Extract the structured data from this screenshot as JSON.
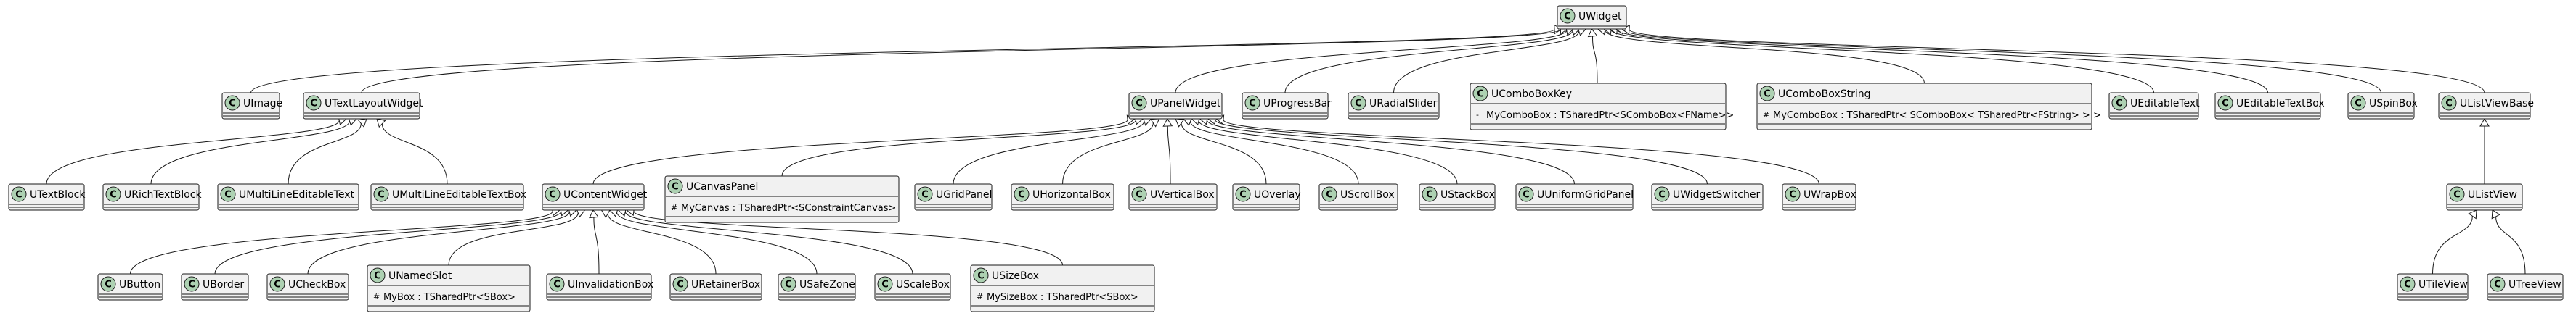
{
  "diagram": {
    "classes": [
      {
        "id": "UWidget",
        "name": "UWidget",
        "members": []
      },
      {
        "id": "UImage",
        "name": "UImage",
        "members": []
      },
      {
        "id": "UTextLayoutWidget",
        "name": "UTextLayoutWidget",
        "members": []
      },
      {
        "id": "UPanelWidget",
        "name": "UPanelWidget",
        "members": []
      },
      {
        "id": "UProgressBar",
        "name": "UProgressBar",
        "members": []
      },
      {
        "id": "URadialSlider",
        "name": "URadialSlider",
        "members": []
      },
      {
        "id": "UComboBoxKey",
        "name": "UComboBoxKey",
        "members": [
          {
            "visibility": "-",
            "text": "MyComboBox : TSharedPtr<SComboBox<FName>>"
          }
        ]
      },
      {
        "id": "UComboBoxString",
        "name": "UComboBoxString",
        "members": [
          {
            "visibility": "#",
            "text": "MyComboBox : TSharedPtr< SComboBox< TSharedPtr<FString> > >"
          }
        ]
      },
      {
        "id": "UEditableText",
        "name": "UEditableText",
        "members": []
      },
      {
        "id": "UEditableTextBox",
        "name": "UEditableTextBox",
        "members": []
      },
      {
        "id": "USpinBox",
        "name": "USpinBox",
        "members": []
      },
      {
        "id": "UListViewBase",
        "name": "UListViewBase",
        "members": []
      },
      {
        "id": "UTextBlock",
        "name": "UTextBlock",
        "members": []
      },
      {
        "id": "URichTextBlock",
        "name": "URichTextBlock",
        "members": []
      },
      {
        "id": "UMultiLineEditableText",
        "name": "UMultiLineEditableText",
        "members": []
      },
      {
        "id": "UMultiLineEditableTextBox",
        "name": "UMultiLineEditableTextBox",
        "members": []
      },
      {
        "id": "UContentWidget",
        "name": "UContentWidget",
        "members": []
      },
      {
        "id": "UCanvasPanel",
        "name": "UCanvasPanel",
        "members": [
          {
            "visibility": "#",
            "text": "MyCanvas : TSharedPtr<SConstraintCanvas>"
          }
        ]
      },
      {
        "id": "UGridPanel",
        "name": "UGridPanel",
        "members": []
      },
      {
        "id": "UHorizontalBox",
        "name": "UHorizontalBox",
        "members": []
      },
      {
        "id": "UVerticalBox",
        "name": "UVerticalBox",
        "members": []
      },
      {
        "id": "UOverlay",
        "name": "UOverlay",
        "members": []
      },
      {
        "id": "UScrollBox",
        "name": "UScrollBox",
        "members": []
      },
      {
        "id": "UStackBox",
        "name": "UStackBox",
        "members": []
      },
      {
        "id": "UUniformGridPanel",
        "name": "UUniformGridPanel",
        "members": []
      },
      {
        "id": "UWidgetSwitcher",
        "name": "UWidgetSwitcher",
        "members": []
      },
      {
        "id": "UWrapBox",
        "name": "UWrapBox",
        "members": []
      },
      {
        "id": "UListView",
        "name": "UListView",
        "members": []
      },
      {
        "id": "UButton",
        "name": "UButton",
        "members": []
      },
      {
        "id": "UBorder",
        "name": "UBorder",
        "members": []
      },
      {
        "id": "UCheckBox",
        "name": "UCheckBox",
        "members": []
      },
      {
        "id": "UNamedSlot",
        "name": "UNamedSlot",
        "members": [
          {
            "visibility": "#",
            "text": "MyBox : TSharedPtr<SBox>"
          }
        ]
      },
      {
        "id": "UInvalidationBox",
        "name": "UInvalidationBox",
        "members": []
      },
      {
        "id": "URetainerBox",
        "name": "URetainerBox",
        "members": []
      },
      {
        "id": "USafeZone",
        "name": "USafeZone",
        "members": []
      },
      {
        "id": "UScaleBox",
        "name": "UScaleBox",
        "members": []
      },
      {
        "id": "USizeBox",
        "name": "USizeBox",
        "members": [
          {
            "visibility": "#",
            "text": "MySizeBox : TSharedPtr<SBox>"
          }
        ]
      },
      {
        "id": "UTileView",
        "name": "UTileView",
        "members": []
      },
      {
        "id": "UTreeView",
        "name": "UTreeView",
        "members": []
      }
    ],
    "inheritance": [
      {
        "child": "UImage",
        "parent": "UWidget"
      },
      {
        "child": "UTextLayoutWidget",
        "parent": "UWidget"
      },
      {
        "child": "UPanelWidget",
        "parent": "UWidget"
      },
      {
        "child": "UProgressBar",
        "parent": "UWidget"
      },
      {
        "child": "URadialSlider",
        "parent": "UWidget"
      },
      {
        "child": "UComboBoxKey",
        "parent": "UWidget"
      },
      {
        "child": "UComboBoxString",
        "parent": "UWidget"
      },
      {
        "child": "UEditableText",
        "parent": "UWidget"
      },
      {
        "child": "UEditableTextBox",
        "parent": "UWidget"
      },
      {
        "child": "USpinBox",
        "parent": "UWidget"
      },
      {
        "child": "UListViewBase",
        "parent": "UWidget"
      },
      {
        "child": "UTextBlock",
        "parent": "UTextLayoutWidget"
      },
      {
        "child": "URichTextBlock",
        "parent": "UTextLayoutWidget"
      },
      {
        "child": "UMultiLineEditableText",
        "parent": "UTextLayoutWidget"
      },
      {
        "child": "UMultiLineEditableTextBox",
        "parent": "UTextLayoutWidget"
      },
      {
        "child": "UContentWidget",
        "parent": "UPanelWidget"
      },
      {
        "child": "UCanvasPanel",
        "parent": "UPanelWidget"
      },
      {
        "child": "UGridPanel",
        "parent": "UPanelWidget"
      },
      {
        "child": "UHorizontalBox",
        "parent": "UPanelWidget"
      },
      {
        "child": "UVerticalBox",
        "parent": "UPanelWidget"
      },
      {
        "child": "UOverlay",
        "parent": "UPanelWidget"
      },
      {
        "child": "UScrollBox",
        "parent": "UPanelWidget"
      },
      {
        "child": "UStackBox",
        "parent": "UPanelWidget"
      },
      {
        "child": "UUniformGridPanel",
        "parent": "UPanelWidget"
      },
      {
        "child": "UWidgetSwitcher",
        "parent": "UPanelWidget"
      },
      {
        "child": "UWrapBox",
        "parent": "UPanelWidget"
      },
      {
        "child": "UListView",
        "parent": "UListViewBase"
      },
      {
        "child": "UButton",
        "parent": "UContentWidget"
      },
      {
        "child": "UBorder",
        "parent": "UContentWidget"
      },
      {
        "child": "UCheckBox",
        "parent": "UContentWidget"
      },
      {
        "child": "UNamedSlot",
        "parent": "UContentWidget"
      },
      {
        "child": "UInvalidationBox",
        "parent": "UContentWidget"
      },
      {
        "child": "URetainerBox",
        "parent": "UContentWidget"
      },
      {
        "child": "USafeZone",
        "parent": "UContentWidget"
      },
      {
        "child": "UScaleBox",
        "parent": "UContentWidget"
      },
      {
        "child": "USizeBox",
        "parent": "UContentWidget"
      },
      {
        "child": "UTileView",
        "parent": "UListView"
      },
      {
        "child": "UTreeView",
        "parent": "UListView"
      }
    ],
    "stereotype_letter": "C",
    "colors": {
      "circle_fill": "#ADD1B2",
      "box_fill": "#F1F1F1",
      "line": "#181818"
    }
  }
}
